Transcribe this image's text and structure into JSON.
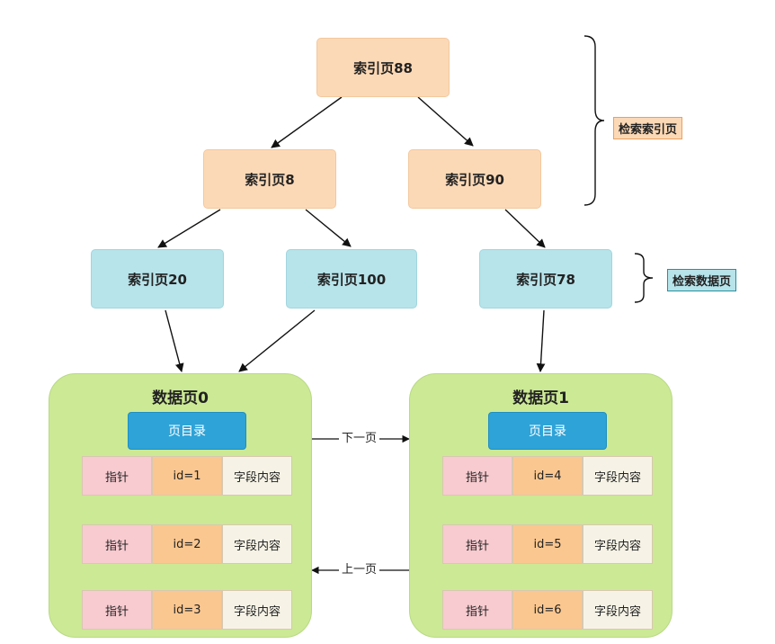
{
  "index_pages": {
    "root": "索引页88",
    "mid_left": "索引页8",
    "mid_right": "索引页90",
    "leaf_1": "索引页20",
    "leaf_2": "索引页100",
    "leaf_3": "索引页78"
  },
  "labels": {
    "search_index": "检索索引页",
    "search_data": "检索数据页",
    "next_page": "下一页",
    "prev_page": "上一页"
  },
  "data_pages": [
    {
      "title": "数据页0",
      "directory": "页目录",
      "records": [
        {
          "pointer": "指针",
          "id": "id=1",
          "field": "字段内容"
        },
        {
          "pointer": "指针",
          "id": "id=2",
          "field": "字段内容"
        },
        {
          "pointer": "指针",
          "id": "id=3",
          "field": "字段内容"
        }
      ]
    },
    {
      "title": "数据页1",
      "directory": "页目录",
      "records": [
        {
          "pointer": "指针",
          "id": "id=4",
          "field": "字段内容"
        },
        {
          "pointer": "指针",
          "id": "id=5",
          "field": "字段内容"
        },
        {
          "pointer": "指针",
          "id": "id=6",
          "field": "字段内容"
        }
      ]
    }
  ],
  "colors": {
    "index_node": "#fcd9b6",
    "leaf_index_node": "#b7e3ea",
    "data_page": "#cce995",
    "page_directory": "#2ea3d8",
    "pointer_cell": "#f8cbd0",
    "id_cell": "#fbc790",
    "field_cell": "#f6f3e6"
  }
}
